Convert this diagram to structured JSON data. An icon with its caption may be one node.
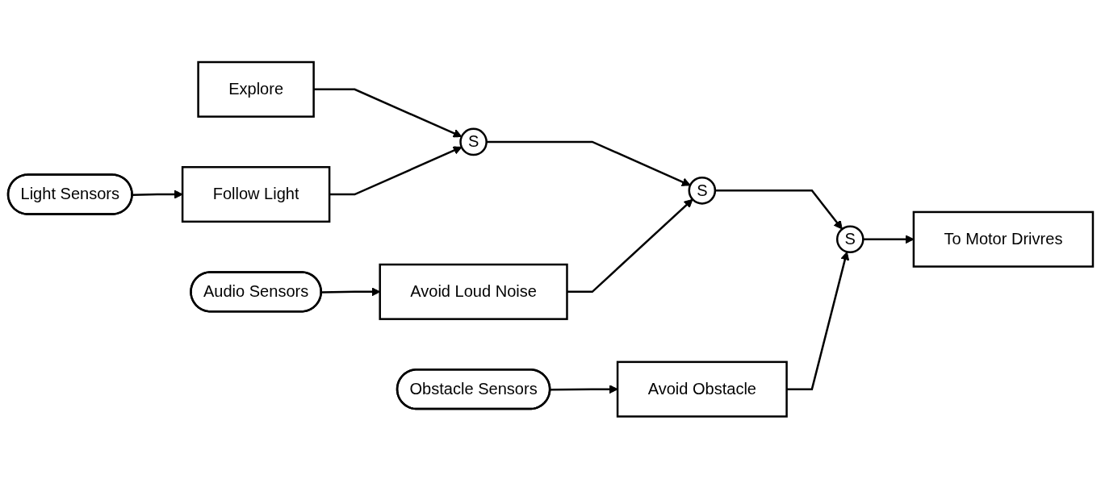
{
  "diagram": {
    "nodes": [
      {
        "text": [
          "Explore"
        ]
      },
      {
        "text": [
          "Light Sensors"
        ]
      },
      {
        "text": [
          "Follow Light"
        ]
      },
      {
        "text": [
          "S"
        ]
      },
      {
        "text": [
          "S"
        ]
      },
      {
        "text": [
          "Audio Sensors"
        ]
      },
      {
        "text": [
          "Avoid Loud Noise"
        ]
      },
      {
        "text": [
          "Obstacle Sensors"
        ]
      },
      {
        "text": [
          "Avoid Obstacle"
        ]
      },
      {
        "text": [
          "S"
        ]
      },
      {
        "text": [
          "To Motor Drivres"
        ]
      }
    ],
    "edges": [
      {
        "from": 0,
        "to": 3,
        "arrow": "to"
      },
      {
        "from": 1,
        "to": 2,
        "arrow": "to"
      },
      {
        "from": 2,
        "to": 3,
        "arrow": "to"
      },
      {
        "from": 3,
        "to": 4,
        "arrow": "to"
      },
      {
        "from": 5,
        "to": 6,
        "arrow": "to"
      },
      {
        "from": 6,
        "to": 4,
        "arrow": "to"
      },
      {
        "from": 4,
        "to": 9,
        "arrow": "to"
      },
      {
        "from": 7,
        "to": 8,
        "arrow": "to"
      },
      {
        "from": 8,
        "to": 9,
        "arrow": "to"
      },
      {
        "from": 9,
        "to": 10,
        "arrow": "to"
      }
    ]
  }
}
